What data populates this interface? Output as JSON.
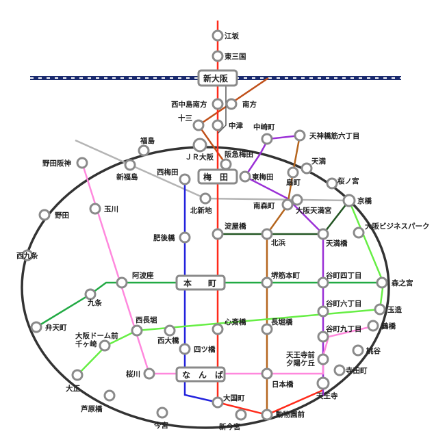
{
  "colors": {
    "loop": "#333333",
    "midosuji": "#ff2a1a",
    "tanimachi": "#9a2fd6",
    "yotsubashi": "#2222dd",
    "sakaisuji": "#b5651d",
    "chuo": "#22aa44",
    "nagahori": "#66ee44",
    "sennichimae": "#ff88dd",
    "hankyu": "#c0501a",
    "tozai": "#aaaaaa",
    "shinkansen": "#1a2a6e"
  },
  "stations": {
    "esaka": "江坂",
    "higashimikuni": "東三国",
    "shinosaka": "新大阪",
    "nishinakajimaminamigata": "西中島南方",
    "minamikata": "南方",
    "juso": "十三",
    "nakatsu": "中津",
    "nakazakicho": "中崎町",
    "tenjinbashisuji6": "天神橋筋六丁目",
    "fukushima": "福島",
    "jr_osaka": "ＪＲ大阪",
    "hankyu_umeda": "阪急梅田",
    "noda_hanshin": "野田阪神",
    "shinfukushima": "新福島",
    "nishiumeda": "西梅田",
    "umeda": "梅　田",
    "higashiumeda": "東梅田",
    "ogimachi": "扇町",
    "temma": "天満",
    "sakuranomiya": "桜ノ宮",
    "kitashinchi": "北新地",
    "minamimorimachi": "南森町",
    "osakatemmangu": "大阪天満宮",
    "kyobashi": "京橋",
    "noda": "野田",
    "tamagawa": "玉川",
    "osaka_business_park": "大阪ビジネスパーク",
    "higobashi": "肥後橋",
    "yodoyabashi": "淀屋橋",
    "kitahama": "北浜",
    "temmabashi": "天満橋",
    "nishikujo": "西九条",
    "awaza": "阿波座",
    "hommachi": "本　　町",
    "sakaisujihommachi": "堺筋本町",
    "tanimachi4": "谷町四丁目",
    "morinomiya": "森之宮",
    "kujo": "九条",
    "tanimachi6": "谷町六丁目",
    "tamatsukuri": "玉造",
    "bentencho": "弁天町",
    "nishinagahori": "西長堀",
    "shinsaibashi": "心斎橋",
    "nagahoribashi": "長堀橋",
    "tanimachi9": "谷町九丁目",
    "tsuruhashi": "鶴橋",
    "osakadome_line1": "大阪ドーム前",
    "osakadome_line2": "千ヶ崎",
    "nishiohashi": "西大橋",
    "yotsubashi": "四ツ橋",
    "shitennojimae_line1": "天王寺前",
    "shitennojimae_line2": "夕陽ケ丘",
    "momodani": "桃谷",
    "sakuragawa": "桜川",
    "namba": "な　ん　ば",
    "nippombashi": "日本橋",
    "teradacho": "寺田町",
    "taisho": "大正",
    "daikokucho": "大国町",
    "tennoji": "天王寺",
    "ashiharabashi": "芦原橋",
    "doubutsuenmae": "動物園前",
    "imamiya": "今宮",
    "shinimamiya": "新今宮"
  }
}
